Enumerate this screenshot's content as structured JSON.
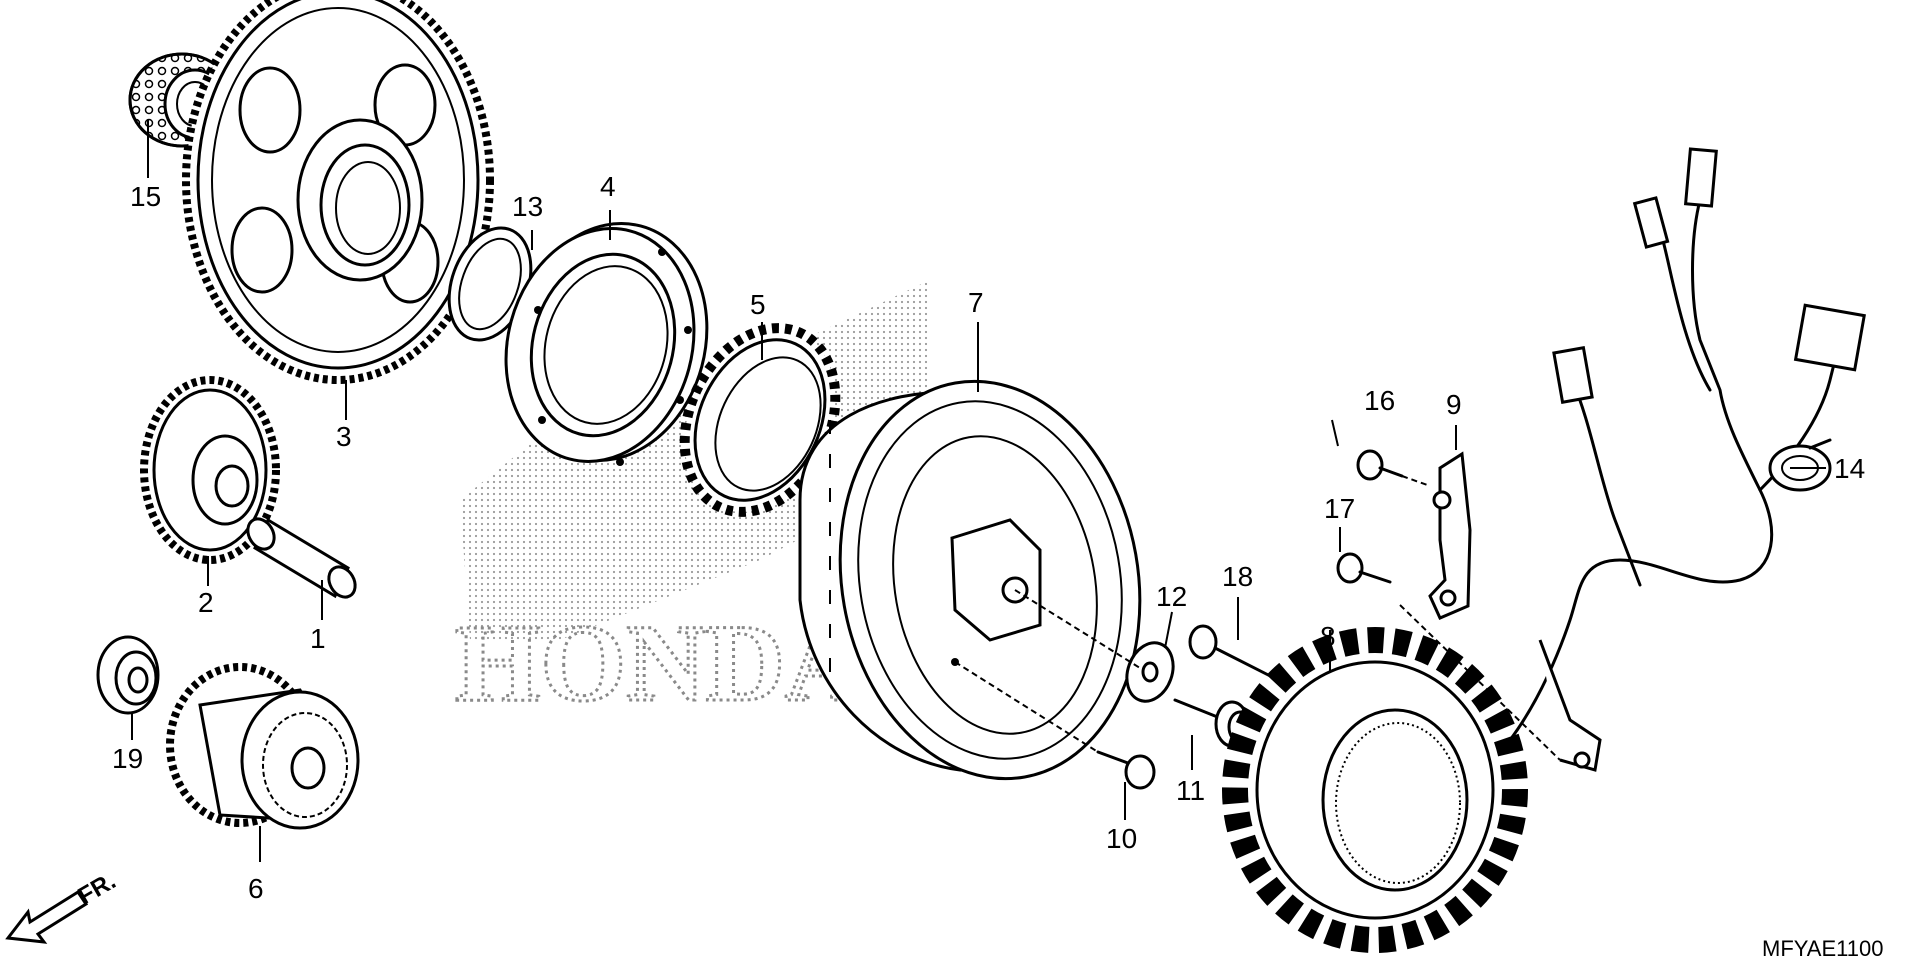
{
  "diagram": {
    "watermark_text": "HONDA",
    "code": "MFYAE1100",
    "direction": "FR.",
    "callouts": [
      "1",
      "2",
      "3",
      "4",
      "5",
      "6",
      "7",
      "8",
      "9",
      "10",
      "11",
      "12",
      "13",
      "14",
      "15",
      "16",
      "17",
      "18",
      "19"
    ]
  }
}
